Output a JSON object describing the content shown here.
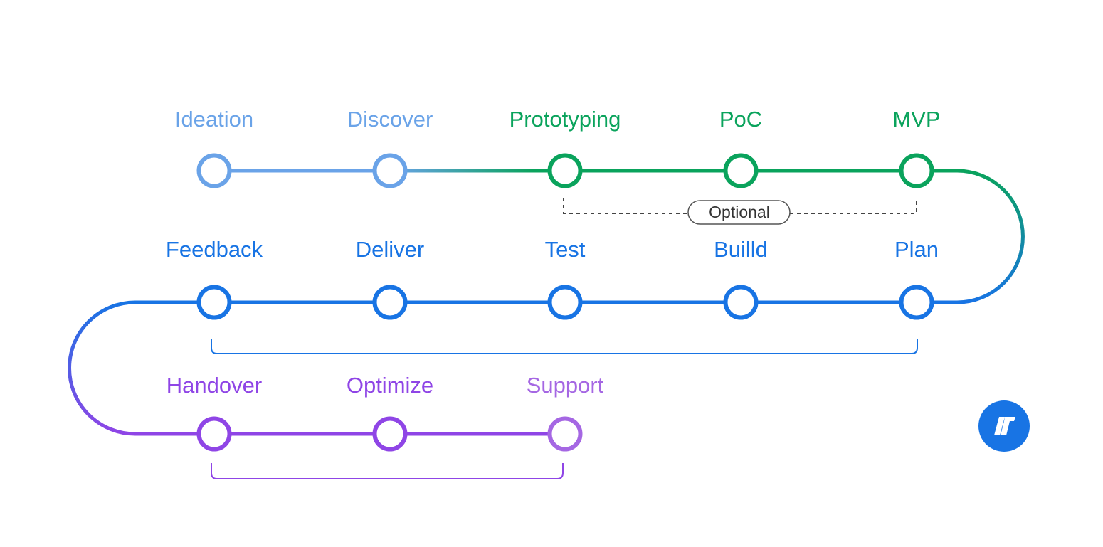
{
  "colors": {
    "light_blue": "#6aa3e8",
    "green": "#0aa35c",
    "teal": "#1f9bb0",
    "blue": "#1874e4",
    "purple": "#8f45e6",
    "light_purple": "#a567e3",
    "optional_border": "#555555",
    "optional_text": "#333333",
    "logo_bg": "#1874e4",
    "logo_fg": "#ffffff"
  },
  "rows": [
    {
      "id": "discovery",
      "stages": [
        {
          "label": "Ideation",
          "color": "#6aa3e8"
        },
        {
          "label": "Discover",
          "color": "#6aa3e8"
        },
        {
          "label": "Prototyping",
          "color": "#0aa35c"
        },
        {
          "label": "PoC",
          "color": "#0aa35c"
        },
        {
          "label": "MVP",
          "color": "#0aa35c"
        }
      ]
    },
    {
      "id": "development",
      "stages": [
        {
          "label": "Feedback",
          "color": "#1874e4"
        },
        {
          "label": "Deliver",
          "color": "#1874e4"
        },
        {
          "label": "Test",
          "color": "#1874e4"
        },
        {
          "label": "Builld",
          "color": "#1874e4"
        },
        {
          "label": "Plan",
          "color": "#1874e4"
        }
      ]
    },
    {
      "id": "maintenance",
      "stages": [
        {
          "label": "Handover",
          "color": "#8f45e6"
        },
        {
          "label": "Optimize",
          "color": "#8f45e6"
        },
        {
          "label": "Support",
          "color": "#a567e3"
        }
      ]
    }
  ],
  "optional_label": "Optional",
  "logo": {
    "icon": "brand-logo-icon"
  }
}
